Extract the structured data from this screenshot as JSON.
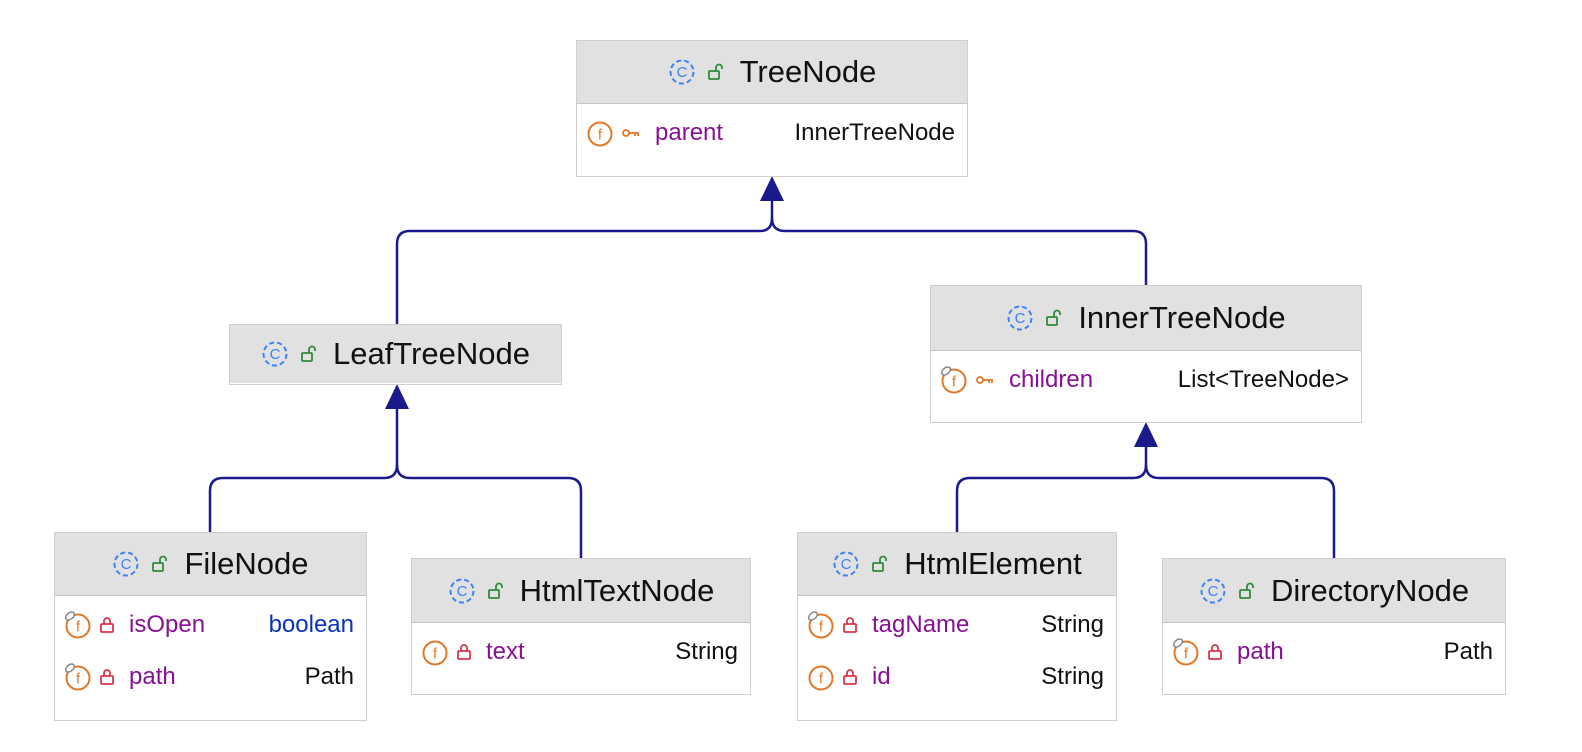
{
  "classes": {
    "treenode": {
      "name": "TreeNode",
      "fields": [
        {
          "name": "parent",
          "type": "InnerTreeNode",
          "visibility": "package",
          "final": false
        }
      ]
    },
    "leaftreenode": {
      "name": "LeafTreeNode",
      "fields": []
    },
    "innertreenode": {
      "name": "InnerTreeNode",
      "fields": [
        {
          "name": "children",
          "type": "List<TreeNode>",
          "visibility": "package",
          "final": true
        }
      ]
    },
    "filenode": {
      "name": "FileNode",
      "fields": [
        {
          "name": "isOpen",
          "type": "boolean",
          "visibility": "private",
          "final": true
        },
        {
          "name": "path",
          "type": "Path",
          "visibility": "private",
          "final": true
        }
      ]
    },
    "htmltextnode": {
      "name": "HtmlTextNode",
      "fields": [
        {
          "name": "text",
          "type": "String",
          "visibility": "private",
          "final": false
        }
      ]
    },
    "htmlelement": {
      "name": "HtmlElement",
      "fields": [
        {
          "name": "tagName",
          "type": "String",
          "visibility": "private",
          "final": true
        },
        {
          "name": "id",
          "type": "String",
          "visibility": "private",
          "final": false
        }
      ]
    },
    "directorynode": {
      "name": "DirectoryNode",
      "fields": [
        {
          "name": "path",
          "type": "Path",
          "visibility": "private",
          "final": true
        }
      ]
    }
  },
  "inheritance": [
    {
      "child": "LeafTreeNode",
      "parent": "TreeNode"
    },
    {
      "child": "InnerTreeNode",
      "parent": "TreeNode"
    },
    {
      "child": "FileNode",
      "parent": "LeafTreeNode"
    },
    {
      "child": "HtmlTextNode",
      "parent": "LeafTreeNode"
    },
    {
      "child": "HtmlElement",
      "parent": "InnerTreeNode"
    },
    {
      "child": "DirectoryNode",
      "parent": "InnerTreeNode"
    }
  ],
  "colors": {
    "edge": "#1a1a8c",
    "class_icon": "#3b82f6",
    "public_icon": "#2e8b3a",
    "field_icon": "#e07a2a",
    "private_icon": "#d9364a",
    "field_name": "#871094",
    "keyword_type": "#0a33b8"
  },
  "icons": {
    "class": "class-c-icon",
    "public": "unlocked-icon",
    "field": "field-f-icon",
    "final": "pin-icon",
    "package": "key-icon",
    "private": "lock-icon"
  }
}
